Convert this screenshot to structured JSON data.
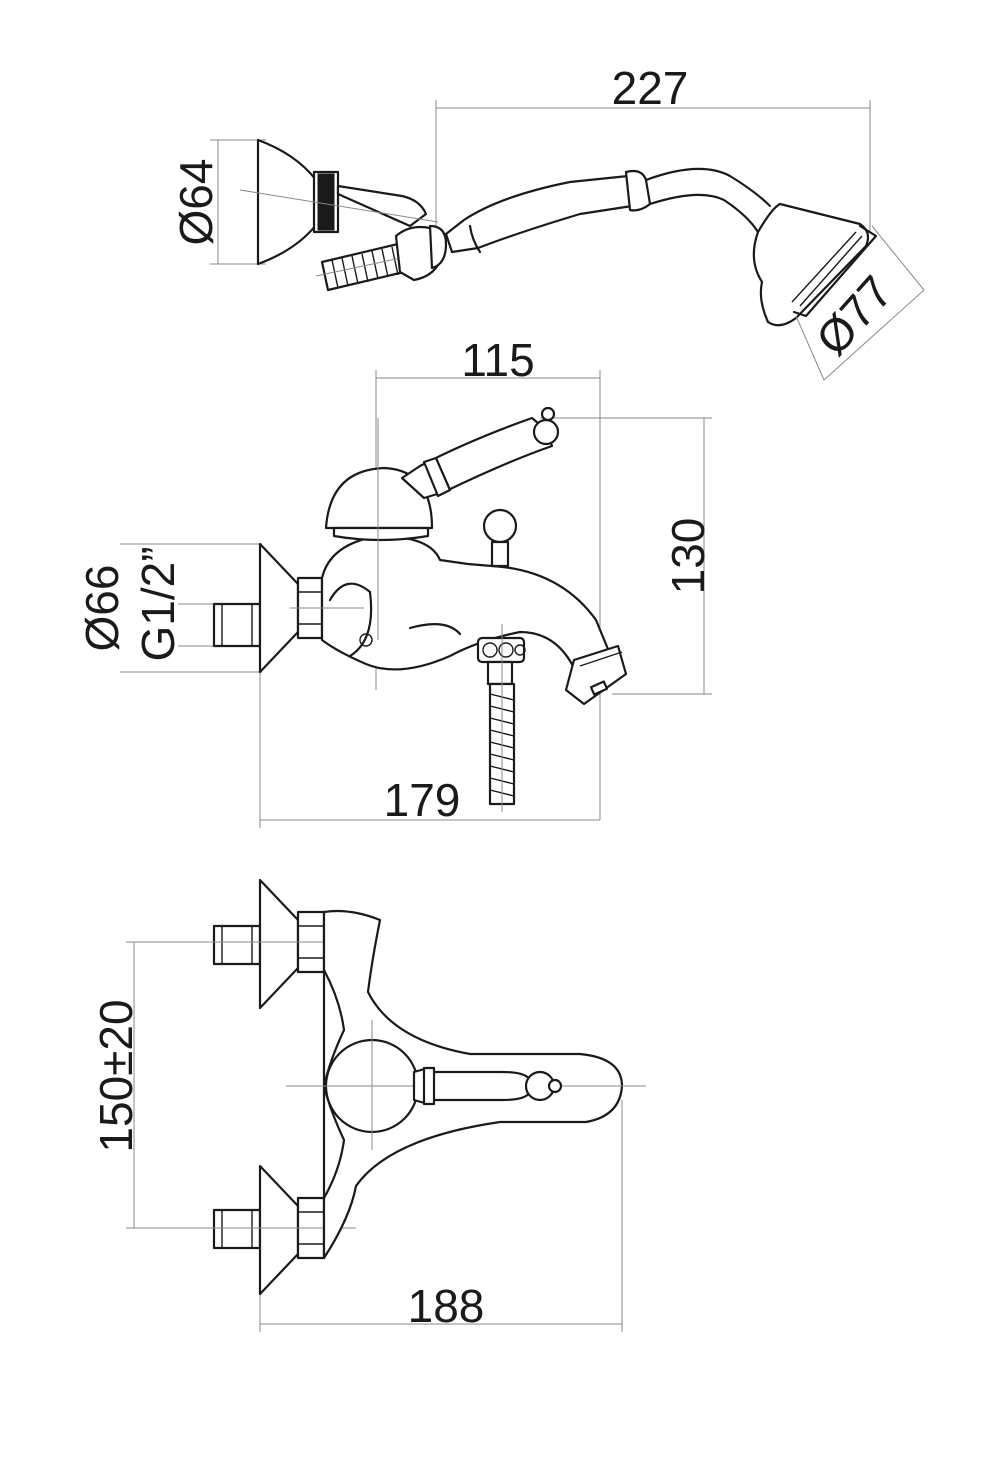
{
  "dimensions": {
    "top": {
      "length": "227",
      "wall_diameter": "Ø64",
      "head_diameter": "Ø77"
    },
    "side": {
      "depth": "115",
      "height": "130",
      "flange_diameter": "Ø66",
      "thread": "G1/2”",
      "total_depth": "179"
    },
    "front": {
      "centers": "150±20",
      "width": "188"
    }
  },
  "colors": {
    "line": "#1a1a1a",
    "dimension_line": "#8a8a8a",
    "background": "#ffffff"
  }
}
